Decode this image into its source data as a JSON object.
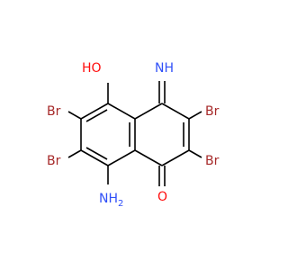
{
  "molecule": {
    "colors": {
      "bond": "#000000",
      "bromine": "#a62929",
      "oxygen": "#ff0d0d",
      "nitrogen": "#3050f8"
    },
    "atom_labels": {
      "oh": "HO",
      "nh_imine": "NH",
      "br_upper_left": "Br",
      "br_lower_left": "Br",
      "br_upper_right": "Br",
      "br_lower_right": "Br",
      "nh2": "NH",
      "nh2_subscript": "2",
      "ketone_o": "O"
    }
  }
}
